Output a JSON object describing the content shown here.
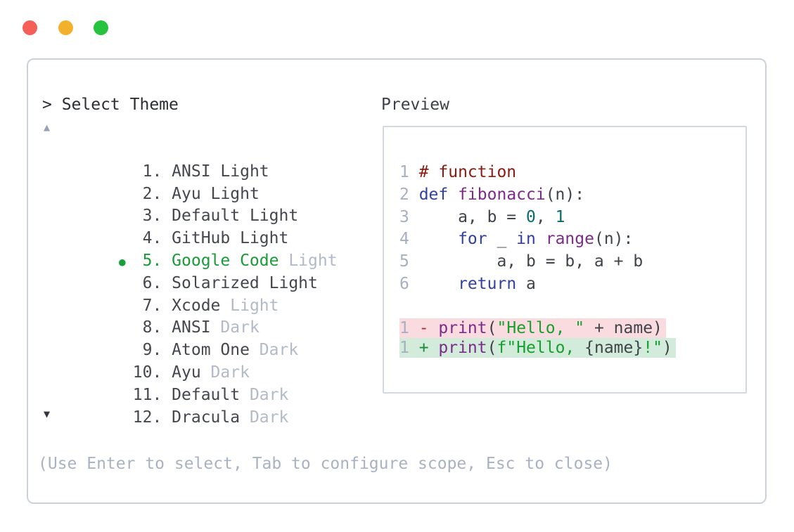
{
  "window": {
    "controls": {
      "close": "close",
      "minimize": "minimize",
      "zoom": "zoom"
    }
  },
  "colors": {
    "accent_green": "#189b38",
    "muted_text": "#b2bac8",
    "hint_text": "#a9b2c1",
    "keyword": "#3240a4",
    "type_name": "#7d2b8a",
    "comment": "#8b1a0f",
    "literal": "#0b6b6b",
    "string": "#17a02e",
    "diff_removed_bg": "#fadbdf",
    "diff_added_bg": "#d2ebda",
    "traffic_red": "#f45f58",
    "traffic_yellow": "#f3b02c",
    "traffic_green": "#27c33f"
  },
  "theme_picker": {
    "prompt": "> Select Theme",
    "scroll_up_icon": "▲",
    "scroll_down_icon": "▼",
    "bullet": "●",
    "items": [
      {
        "num": " 1.",
        "name": " ANSI",
        "suffix": " Light",
        "muted": false,
        "selected": false
      },
      {
        "num": " 2.",
        "name": " Ayu",
        "suffix": " Light",
        "muted": false,
        "selected": false
      },
      {
        "num": " 3.",
        "name": " Default",
        "suffix": " Light",
        "muted": false,
        "selected": false
      },
      {
        "num": " 4.",
        "name": " GitHub",
        "suffix": " Light",
        "muted": false,
        "selected": false
      },
      {
        "num": " 5.",
        "name": " Google Code",
        "suffix": " Light",
        "muted": true,
        "selected": true
      },
      {
        "num": " 6.",
        "name": " Solarized",
        "suffix": " Light",
        "muted": false,
        "selected": false
      },
      {
        "num": " 7.",
        "name": " Xcode",
        "suffix": " Light",
        "muted": true,
        "selected": false
      },
      {
        "num": " 8.",
        "name": " ANSI",
        "suffix": " Dark",
        "muted": true,
        "selected": false
      },
      {
        "num": " 9.",
        "name": " Atom One",
        "suffix": " Dark",
        "muted": true,
        "selected": false
      },
      {
        "num": "10.",
        "name": " Ayu",
        "suffix": " Dark",
        "muted": true,
        "selected": false
      },
      {
        "num": "11.",
        "name": " Default",
        "suffix": " Dark",
        "muted": true,
        "selected": false
      },
      {
        "num": "12.",
        "name": " Dracula",
        "suffix": " Dark",
        "muted": true,
        "selected": false
      }
    ],
    "hint": "(Use Enter to select, Tab to configure scope, Esc to close)"
  },
  "preview": {
    "label": "Preview",
    "code_lines": [
      {
        "no": "1",
        "segments": [
          {
            "t": "# function",
            "c": "comment"
          }
        ]
      },
      {
        "no": "2",
        "segments": [
          {
            "t": "def ",
            "c": "kw"
          },
          {
            "t": "fibonacci",
            "c": "type"
          },
          {
            "t": "(n):",
            "c": "d"
          }
        ]
      },
      {
        "no": "3",
        "segments": [
          {
            "t": "    a, b = ",
            "c": "d"
          },
          {
            "t": "0",
            "c": "lit"
          },
          {
            "t": ", ",
            "c": "d"
          },
          {
            "t": "1",
            "c": "lit"
          }
        ]
      },
      {
        "no": "4",
        "segments": [
          {
            "t": "    ",
            "c": "d"
          },
          {
            "t": "for",
            "c": "kw"
          },
          {
            "t": " _ ",
            "c": "d"
          },
          {
            "t": "in",
            "c": "kw"
          },
          {
            "t": " ",
            "c": "d"
          },
          {
            "t": "range",
            "c": "type"
          },
          {
            "t": "(n):",
            "c": "d"
          }
        ]
      },
      {
        "no": "5",
        "segments": [
          {
            "t": "        a, b = b, a + b",
            "c": "d"
          }
        ]
      },
      {
        "no": "6",
        "segments": [
          {
            "t": "    ",
            "c": "d"
          },
          {
            "t": "return",
            "c": "kw"
          },
          {
            "t": " a",
            "c": "d"
          }
        ]
      }
    ],
    "diff_lines": [
      {
        "no": "1",
        "kind": "removed",
        "segments": [
          {
            "t": "- ",
            "c": "minus"
          },
          {
            "t": "print",
            "c": "type"
          },
          {
            "t": "(",
            "c": "d"
          },
          {
            "t": "\"Hello, \"",
            "c": "str"
          },
          {
            "t": " + name)",
            "c": "d"
          }
        ]
      },
      {
        "no": "1",
        "kind": "added",
        "segments": [
          {
            "t": "+ ",
            "c": "plus"
          },
          {
            "t": "print",
            "c": "type"
          },
          {
            "t": "(",
            "c": "d"
          },
          {
            "t": "f\"Hello, ",
            "c": "str"
          },
          {
            "t": "{name}",
            "c": "d"
          },
          {
            "t": "!\"",
            "c": "str"
          },
          {
            "t": ")",
            "c": "d"
          }
        ]
      }
    ]
  }
}
